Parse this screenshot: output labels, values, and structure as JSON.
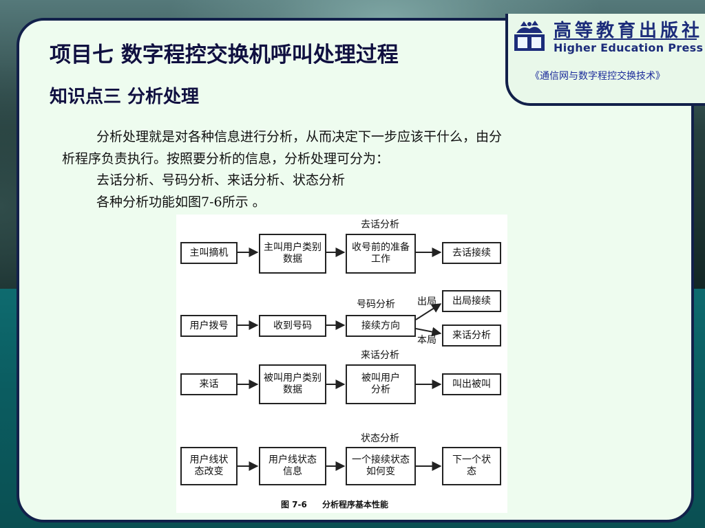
{
  "slide": {
    "title": "项目七  数字程控交换机呼叫处理过程",
    "subtitle": "知识点三  分析处理",
    "paragraph_line1": "分析处理就是对各种信息进行分析，从而决定下一步应该干什么，由分",
    "paragraph_line2": "析程序负责执行。按照要分析的信息，分析处理可分为：",
    "paragraph_line3": "去话分析、号码分析、来话分析、状态分析",
    "paragraph_line4": "各种分析功能如图7-6所示 。"
  },
  "publisher": {
    "name_cn": "高等教育出版社",
    "name_en": "Higher Education Press",
    "book_title": "《通信网与数字程控交换技术》"
  },
  "figure": {
    "caption_no": "图 7-6",
    "caption_text": "分析程序基本性能",
    "rows": [
      {
        "label": "去话分析",
        "boxes": [
          "主叫摘机",
          "主叫用户类别数据",
          "收号前的准备工作",
          "去话接续"
        ]
      },
      {
        "label": "号码分析",
        "boxes": [
          "用户拨号",
          "收到号码",
          "接续方向",
          "出局接续",
          "来话分析"
        ],
        "branch_labels": [
          "出局",
          "本局"
        ]
      },
      {
        "label": "来话分析",
        "boxes": [
          "来话",
          "被叫用户类别数据",
          "被叫用户分析",
          "叫出被叫"
        ]
      },
      {
        "label": "状态分析",
        "boxes": [
          "用户线状态改变",
          "用户线状态信息",
          "一个接续状态如何变",
          "下一个状态"
        ]
      }
    ]
  },
  "colors": {
    "panel_bg": "#eefcef",
    "border": "#12204a",
    "title_text": "#101040",
    "book_text": "#1a2a9a",
    "publisher_blue": "#1c2c7a"
  }
}
